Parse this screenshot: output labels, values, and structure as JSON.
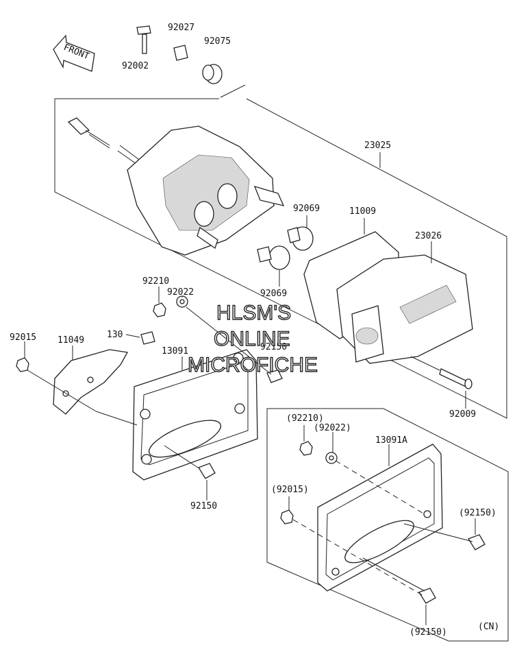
{
  "front_label": "FRONT",
  "region_label": "(CN)",
  "watermark": [
    "HLSM'S",
    "ONLINE",
    "MICROFICHE"
  ],
  "part_labels": {
    "p92002": "92002",
    "p92027": "92027",
    "p92075": "92075",
    "p23025": "23025",
    "p92069a": "92069",
    "p11009": "11009",
    "p23026": "23026",
    "p92069b": "92069",
    "p92210": "92210",
    "p92022": "92022",
    "p130": "130",
    "p92015": "92015",
    "p11049": "11049",
    "p13091": "13091",
    "p92150a": "92150",
    "p92150b": "92150",
    "p92009": "92009",
    "cn_92210": "(92210)",
    "cn_92022": "(92022)",
    "cn_13091A": "13091A",
    "cn_92015": "(92015)",
    "cn_92150a": "(92150)",
    "cn_92150b": "(92150)"
  }
}
